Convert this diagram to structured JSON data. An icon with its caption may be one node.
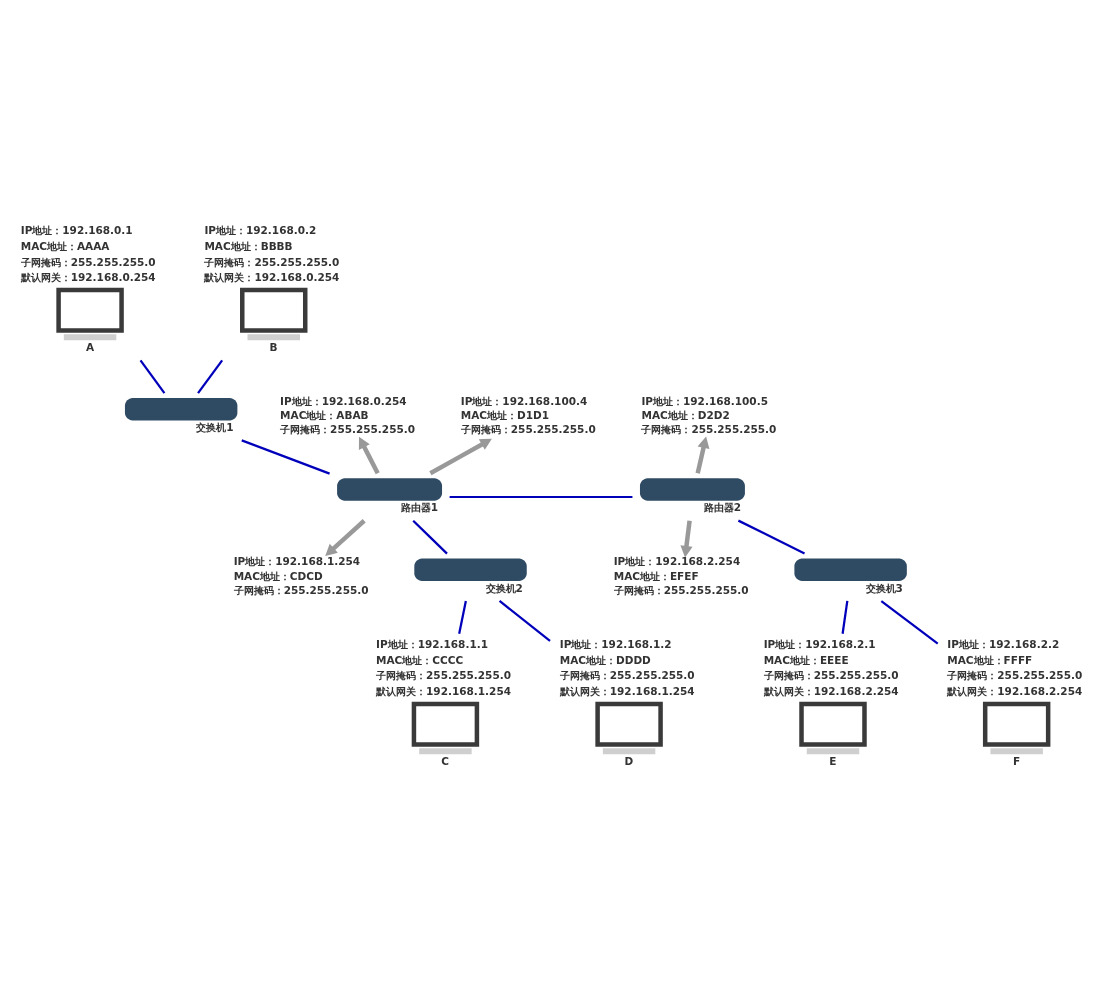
{
  "diagram": {
    "nodes": [
      {
        "text": [
          "A"
        ],
        "beside": [
          "IP地址：192.168.0.1",
          "MAC地址：AAAA",
          "子网掩码：255.255.255.0",
          "默认网关：192.168.0.254"
        ]
      },
      {
        "text": [
          "B"
        ],
        "beside": [
          "IP地址：192.168.0.2",
          "MAC地址：BBBB",
          "子网掩码：255.255.255.0",
          "默认网关：192.168.0.254"
        ]
      },
      {
        "text": [
          "交换机1"
        ]
      },
      {
        "text": [
          "IP地址：192.168.0.254",
          "MAC地址：ABAB",
          "子网掩码：255.255.255.0"
        ]
      },
      {
        "text": [
          "IP地址：192.168.100.4",
          "MAC地址：D1D1",
          "子网掩码：255.255.255.0"
        ]
      },
      {
        "text": [
          "IP地址：192.168.100.5",
          "MAC地址：D2D2",
          "子网掩码：255.255.255.0"
        ]
      },
      {
        "text": [
          "路由器1"
        ]
      },
      {
        "text": [
          "路由器2"
        ]
      },
      {
        "text": [
          "IP地址：192.168.1.254",
          "MAC地址：CDCD",
          "子网掩码：255.255.255.0"
        ]
      },
      {
        "text": [
          "IP地址：192.168.2.254",
          "MAC地址：EFEF",
          "子网掩码：255.255.255.0"
        ]
      },
      {
        "text": [
          "交换机2"
        ]
      },
      {
        "text": [
          "交换机3"
        ]
      },
      {
        "text": [
          "C"
        ],
        "beside": [
          "IP地址：192.168.1.1",
          "MAC地址：CCCC",
          "子网掩码：255.255.255.0",
          "默认网关：192.168.1.254"
        ]
      },
      {
        "text": [
          "D"
        ],
        "beside": [
          "IP地址：192.168.1.2",
          "MAC地址：DDDD",
          "子网掩码：255.255.255.0",
          "默认网关：192.168.1.254"
        ]
      },
      {
        "text": [
          "E"
        ],
        "beside": [
          "IP地址：192.168.2.1",
          "MAC地址：EEEE",
          "子网掩码：255.255.255.0",
          "默认网关：192.168.2.254"
        ]
      },
      {
        "text": [
          "F"
        ],
        "beside": [
          "IP地址：192.168.2.2",
          "MAC地址：FFFF",
          "子网掩码：255.255.255.0",
          "默认网关：192.168.2.254"
        ]
      }
    ],
    "edges": [
      {
        "from": 0,
        "to": 2,
        "arrow": "none"
      },
      {
        "from": 1,
        "to": 2,
        "arrow": "none"
      },
      {
        "from": 2,
        "to": 6,
        "arrow": "none"
      },
      {
        "from": 6,
        "to": 7,
        "arrow": "none"
      },
      {
        "from": 6,
        "to": 3,
        "arrow": "to",
        "style": "thick",
        "color": "#999999"
      },
      {
        "from": 6,
        "to": 4,
        "arrow": "to",
        "style": "thick",
        "color": "#999999"
      },
      {
        "from": 7,
        "to": 5,
        "arrow": "to",
        "style": "thick",
        "color": "#999999"
      },
      {
        "from": 6,
        "to": 8,
        "arrow": "to",
        "style": "thick",
        "color": "#999999"
      },
      {
        "from": 7,
        "to": 9,
        "arrow": "to",
        "style": "thick",
        "color": "#999999"
      },
      {
        "from": 6,
        "to": 10,
        "arrow": "none"
      },
      {
        "from": 7,
        "to": 11,
        "arrow": "none"
      },
      {
        "from": 10,
        "to": 12,
        "arrow": "none"
      },
      {
        "from": 10,
        "to": 13,
        "arrow": "none"
      },
      {
        "from": 11,
        "to": 14,
        "arrow": "none"
      },
      {
        "from": 11,
        "to": 15,
        "arrow": "none"
      }
    ]
  }
}
